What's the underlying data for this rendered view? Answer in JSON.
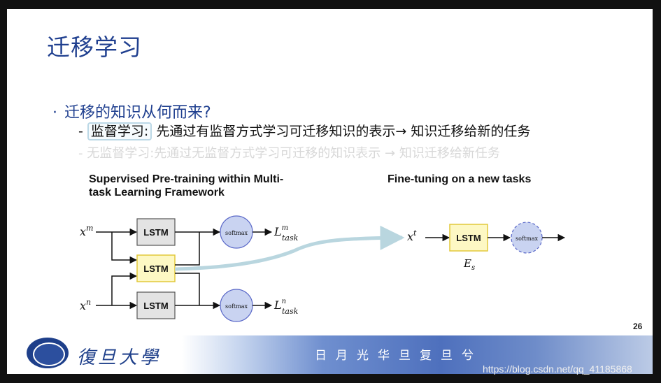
{
  "slide": {
    "title": "迁移学习",
    "bullet": "迁移的知识从何而来?",
    "bullet_marker": "·",
    "sub_marker": "-",
    "sub1_highlight": "监督学习:",
    "sub1_text": "先通过有监督方式学习可迁移知识的表示→ 知识迁移给新的任务",
    "sub2_text": "无监督学习:先通过无监督方式学习可迁移的知识表示 → 知识迁移给新任务",
    "page_number": "26"
  },
  "diagram": {
    "left_title_line1": "Supervised Pre-training within Multi-",
    "left_title_line2": "task Learning Framework",
    "right_title": "Fine-tuning on a new tasks",
    "lstm_label": "LSTM",
    "softmax_label": "softmax",
    "input_m": "x",
    "input_m_sup": "m",
    "input_n": "x",
    "input_n_sup": "n",
    "input_t": "x",
    "input_t_sup": "t",
    "loss_m": "L",
    "loss_m_sup": "m",
    "loss_m_sub": "task",
    "loss_n": "L",
    "loss_n_sup": "n",
    "loss_n_sub": "task",
    "es_label": "E",
    "es_sub": "s",
    "colors": {
      "lstm_gray": "#e3e3e3",
      "lstm_yellow": "#fdf8c4",
      "softmax_fill": "#c9d3f1",
      "softmax_stroke": "#5a68c8",
      "arrow_curve": "#b9d6df"
    }
  },
  "footer": {
    "university_logo": "校徽",
    "university_name": "復旦大學",
    "banner_text": "日月光华旦复旦兮"
  },
  "watermark": "https://blog.csdn.net/qq_41185868"
}
